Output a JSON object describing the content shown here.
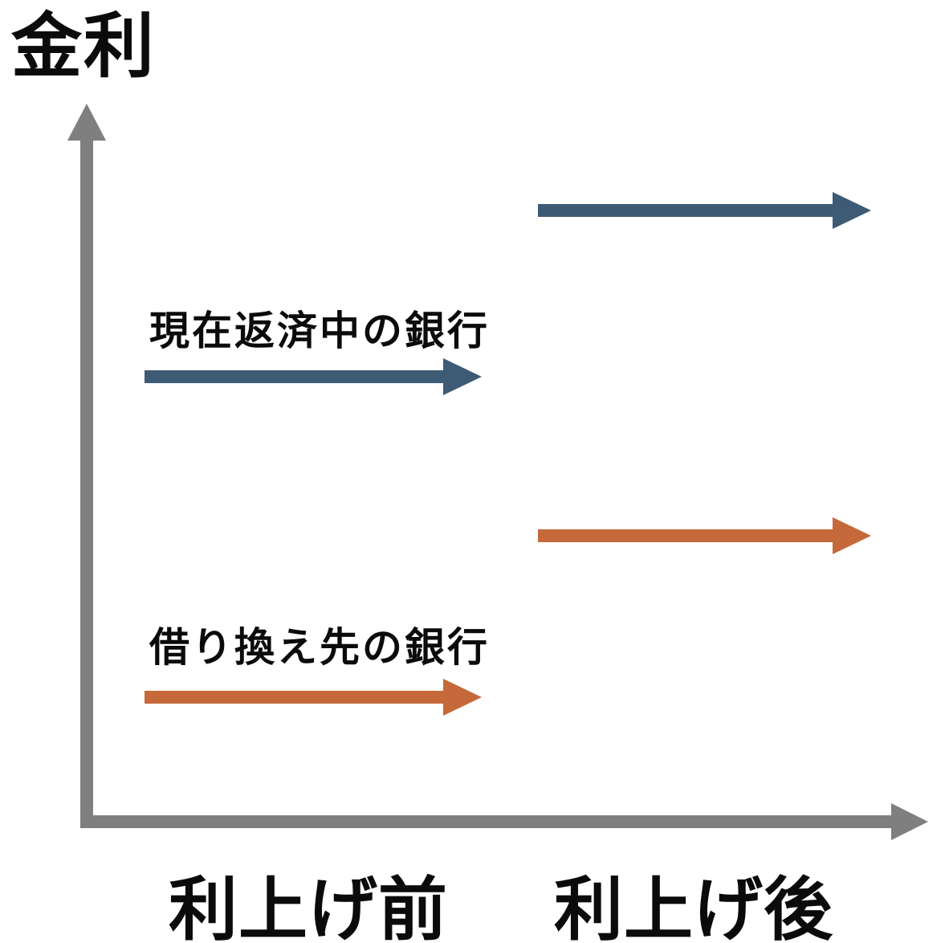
{
  "diagram": {
    "y_axis_label": "金利",
    "x_ticks": {
      "before": "利上げ前",
      "after": "利上げ後"
    },
    "series": [
      {
        "label": "現在返済中の銀行",
        "color": "#3e5b76"
      },
      {
        "label": "借り換え先の銀行",
        "color": "#c5693a"
      }
    ]
  },
  "chart_data": {
    "type": "diagram",
    "ylabel": "金利",
    "x_categories": [
      "利上げ前",
      "利上げ後"
    ],
    "series": [
      {
        "name": "現在返済中の銀行",
        "color": "#3e5b76",
        "relative_levels": [
          0.62,
          0.85
        ]
      },
      {
        "name": "借り換え先の銀行",
        "color": "#c5693a",
        "relative_levels": [
          0.17,
          0.4
        ]
      }
    ],
    "legend_position": "inline-above-arrows",
    "grid": false
  },
  "colors": {
    "axis": "#7f7f7f",
    "text": "#0b0b0b",
    "bank_current": "#3e5b76",
    "bank_refinance": "#c5693a",
    "background": "#ffffff"
  }
}
